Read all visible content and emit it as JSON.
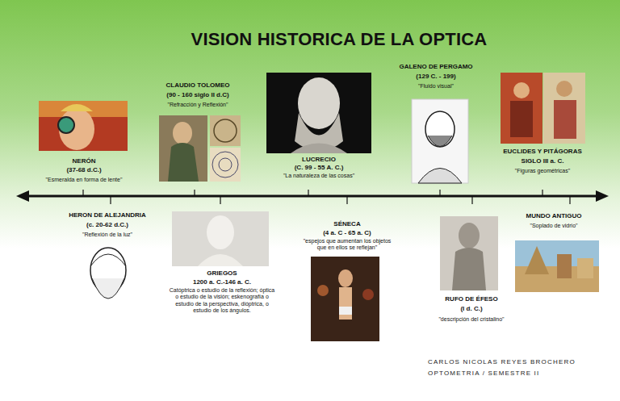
{
  "diagram": {
    "title": "VISION HISTORICA DE LA OPTICA",
    "labels": [
      "NERÓN",
      "(37-68 d.C.)",
      "\"Esmeralda en forma de lente\"",
      "CLAUDIO TOLOMEO",
      "(90 - 160 siglo II d.C)",
      "\"Refracción y Reflexión\"",
      "LUCRECIO",
      "(C. 99 - 55 A. C.)",
      "\"La naturaleza de las cosas\"",
      "GALENO DE PERGAMO",
      "(129 C. - 199)",
      "\"Fluido visual\"",
      "EUCLIDES Y PITÁGORAS",
      "SIGLO III a. C.",
      "\"Figuras geométricas\"",
      "HERON DE ALEJANDRIA",
      "(c. 20-62 d.C.)",
      "\"Reflexión de la luz\"",
      "GRIEGOS",
      "1200 a. C.-146 a. C.",
      "Catóptrica o estudio de la reflexión; óptica o estudio de la visión; eskenografía o estudio de la perspectiva, dióptrica, o estudio de los ángulos.",
      "SÉNECA",
      "(4 a. C - 65 a. C)",
      "\"espejos que aumentan los objetos que en ellos se reflejan\"",
      "RUFO DE ÉFESO",
      "(I d. C.)",
      "\"descripción del cristalino\"",
      "MUNDO ANTIGUO",
      "\"Soplado de vidrio\"",
      "CARLOS NICOLAS REYES BROCHERO",
      "OPTOMETRIA / SEMESTRE II"
    ]
  }
}
